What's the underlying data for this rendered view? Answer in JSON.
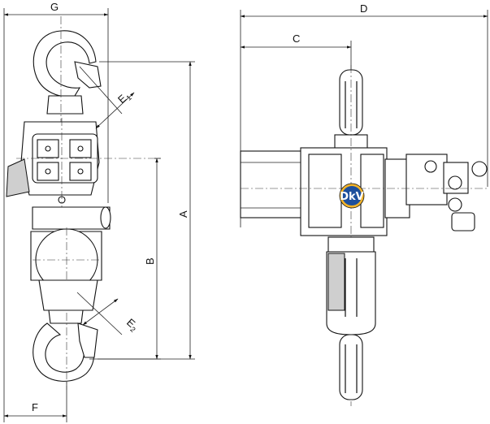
{
  "dimensions": {
    "A": "A",
    "B": "B",
    "C": "C",
    "D": "D",
    "E1": {
      "letter": "E",
      "sub": "1"
    },
    "E2": {
      "letter": "E",
      "sub": "2"
    },
    "F": "F",
    "G": "G"
  },
  "logo": {
    "text": "DkV",
    "colors": {
      "ring": "#f2b32a",
      "fill": "#1d4f9c",
      "text": "#ffffff"
    }
  }
}
